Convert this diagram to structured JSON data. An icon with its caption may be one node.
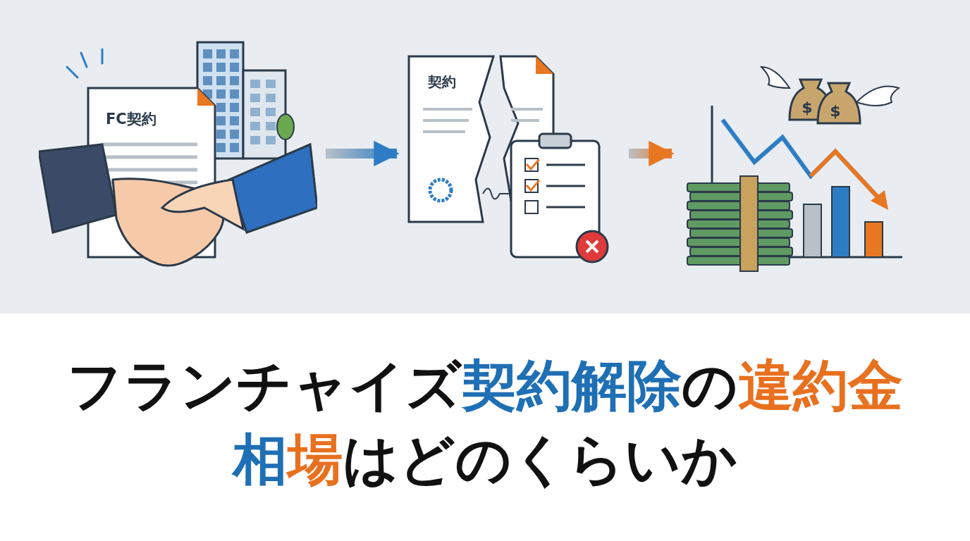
{
  "diagram": {
    "title": "フランチャイズ契約解除の違約金相場はどのくらいか",
    "nodes": [
      {
        "text": [
          "FC契約"
        ]
      },
      {
        "text": [
          "契約"
        ]
      },
      {
        "text": [],
        "shape": "picture"
      }
    ],
    "edges": [
      {
        "from": 0,
        "to": 1,
        "arrow": "to",
        "color": "#2e7dc4"
      },
      {
        "from": 1,
        "to": 2,
        "arrow": "to",
        "color": "#e87722"
      }
    ],
    "labels": [
      "$",
      "$"
    ]
  }
}
